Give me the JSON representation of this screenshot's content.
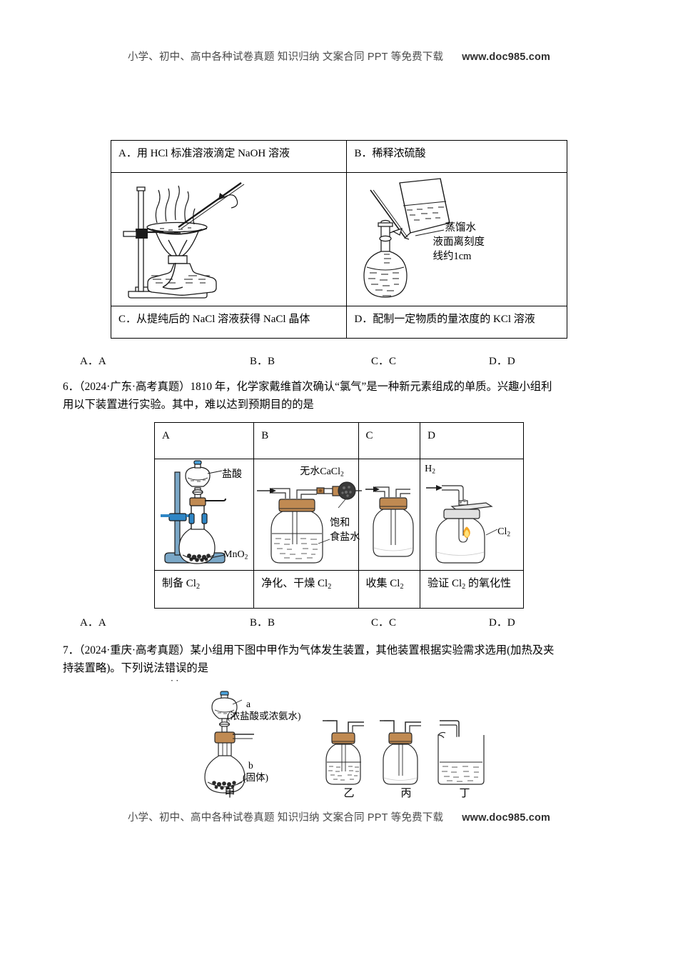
{
  "watermark": {
    "text": "小学、初中、高中各种试卷真题  知识归纳  文案合同  PPT 等免费下载",
    "url": "www.doc985.com"
  },
  "question5_table": {
    "cells": [
      {
        "id": "A",
        "label_prefix": "A．",
        "label": "用 HCl 标准溶液滴定 NaOH 溶液",
        "figure": "evaporating-dish-on-iron-stand"
      },
      {
        "id": "B",
        "label_prefix": "B．",
        "label": "稀释浓硫酸",
        "figure": "volumetric-flask-with-beaker"
      },
      {
        "id": "C",
        "label_prefix": "C．",
        "label": "从提纯后的 NaCl 溶液获得 NaCl 晶体",
        "figure": ""
      },
      {
        "id": "D",
        "label_prefix": "D．",
        "label": "配制一定物质的量浓度的 KCl 溶液",
        "figure": ""
      }
    ],
    "figureB_labels": [
      "蒸馏水",
      "液面离刻度",
      "线约1cm"
    ]
  },
  "answers": {
    "a": "A．A",
    "b": "B．B",
    "c": "C．C",
    "d": "D．D"
  },
  "question6": {
    "number": "6．",
    "source": "（2024·广东·高考真题）",
    "body_line1": "1810 年，化学家戴维首次确认“氯气”是一种新元素组成的单质。兴趣小组利",
    "body_line2": "用以下装置进行实验。其中，难以达到预期目的的是",
    "table": {
      "headers": [
        "A",
        "B",
        "C",
        "D"
      ],
      "captions": [
        "制备 Cl₂",
        "净化、干燥 Cl₂",
        "收集 Cl₂",
        "验证 Cl₂ 的氧化性"
      ],
      "caption_parts": [
        {
          "pre": "制备 ",
          "formula": "Cl",
          "sub": "2",
          "post": ""
        },
        {
          "pre": "净化、干燥 ",
          "formula": "Cl",
          "sub": "2",
          "post": ""
        },
        {
          "pre": "收集 ",
          "formula": "Cl",
          "sub": "2",
          "post": ""
        },
        {
          "pre": "验证 ",
          "formula": "Cl",
          "sub": "2",
          "post": " 的氧化性"
        }
      ],
      "figure_labels": {
        "a_acid": "盐酸",
        "a_solid": "MnO₂",
        "b_drier": "无水 CaCl₂",
        "b_liquid_line1": "饱和",
        "b_liquid_line2": "食盐水",
        "d_gas_in": "H₂",
        "d_gas": "Cl₂"
      }
    }
  },
  "question7": {
    "number": "7．",
    "source": "（2024·重庆·高考真题）",
    "body_line1_a": "某小组用下图中甲作为气体发生装置，其他装置根据实验需求选用(加热及夹",
    "body_line2_a": "持装置略)。下列说法",
    "body_line2_mark": "错误",
    "body_line2_b": "的是",
    "figure_labels": {
      "a_tag": "a",
      "a_desc": "(浓盐酸或浓氨水)",
      "b_tag": "b",
      "b_desc": "(固体)"
    },
    "apparatus_captions": [
      "甲",
      "乙",
      "丙",
      "丁"
    ]
  }
}
